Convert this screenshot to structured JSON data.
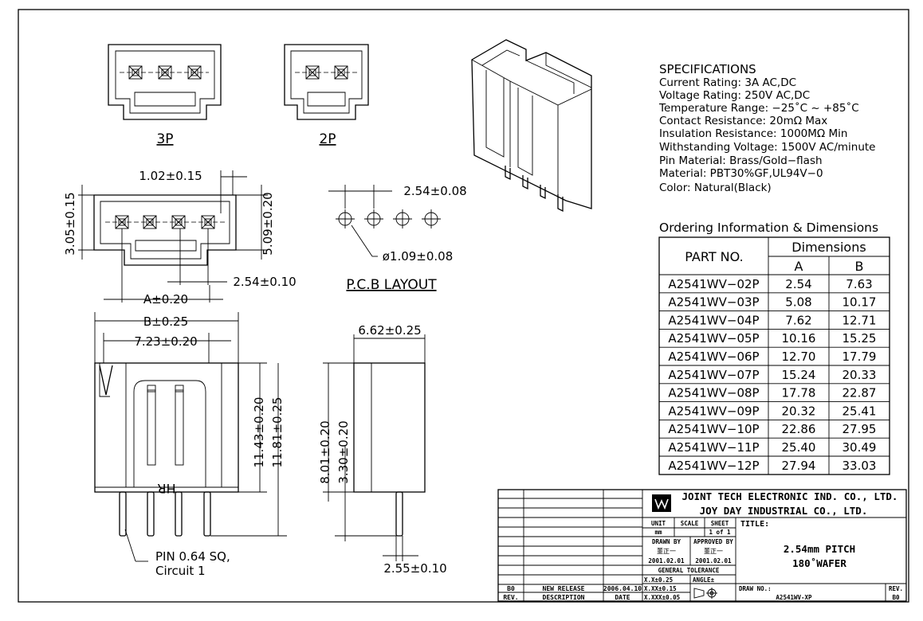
{
  "views": {
    "label_3p": "3P",
    "label_2p": "2P",
    "pcb_layout": "P.C.B LAYOUT"
  },
  "dimensions": {
    "pin_offset": "1.02±0.15",
    "height_305": "3.05±0.15",
    "height_509": "5.09±0.20",
    "pitch_bottom": "2.54±0.10",
    "a_dim": "A±0.20",
    "pcb_pitch": "2.54±0.08",
    "hole_dia": "ø1.09±0.08",
    "b_dim": "B±0.25",
    "inner_723": "7.23±0.20",
    "depth_662": "6.62±0.25",
    "h_1143": "11.43±0.20",
    "h_1181": "11.81±0.25",
    "h_801": "8.01±0.20",
    "h_330": "3.30±0.20",
    "pin_len": "2.55±0.10",
    "pin_note_1": "PIN 0.64 SQ,",
    "pin_note_2": "Circuit 1",
    "hr_mark": "HR"
  },
  "specs": {
    "heading": "SPECIFICATIONS",
    "lines": [
      "Current Rating: 3A AC,DC",
      "Voltage Rating: 250V AC,DC",
      "Temperature Range: −25˚C ~ +85˚C",
      "Contact Resistance: 20mΩ Max",
      "Insulation Resistance: 1000MΩ Min",
      "Withstanding Voltage: 1500V AC/minute",
      "Pin Material: Brass/Gold−flash",
      "Material: PBT30%GF,UL94V−0",
      "Color: Natural(Black)"
    ]
  },
  "ordering": {
    "heading": "Ordering Information & Dimensions",
    "col_part": "PART NO.",
    "col_dims": "Dimensions",
    "col_a": "A",
    "col_b": "B",
    "rows": [
      [
        "A2541WV−02P",
        "2.54",
        "7.63"
      ],
      [
        "A2541WV−03P",
        "5.08",
        "10.17"
      ],
      [
        "A2541WV−04P",
        "7.62",
        "12.71"
      ],
      [
        "A2541WV−05P",
        "10.16",
        "15.25"
      ],
      [
        "A2541WV−06P",
        "12.70",
        "17.79"
      ],
      [
        "A2541WV−07P",
        "15.24",
        "20.33"
      ],
      [
        "A2541WV−08P",
        "17.78",
        "22.87"
      ],
      [
        "A2541WV−09P",
        "20.32",
        "25.41"
      ],
      [
        "A2541WV−10P",
        "22.86",
        "27.95"
      ],
      [
        "A2541WV−11P",
        "25.40",
        "30.49"
      ],
      [
        "A2541WV−12P",
        "27.94",
        "33.03"
      ]
    ]
  },
  "title_block": {
    "company_1": "JOINT TECH ELECTRONIC IND. CO., LTD.",
    "company_2": "JOY DAY INDUSTRIAL CO., LTD.",
    "unit_label": "UNIT",
    "unit_value": "mm",
    "scale_label": "SCALE",
    "sheet_label": "SHEET",
    "sheet_value": "1 of 1",
    "drawn_label": "DRAWN BY",
    "approved_label": "APPROVED BY",
    "drawn_name": "董正一",
    "approved_name": "董正一",
    "drawn_date": "2001.02.01",
    "approved_date": "2001.02.01",
    "gen_tol": "GENERAL TOLERANCE",
    "tol_1": "X.X±0.25",
    "tol_2": "X.XX±0.15",
    "tol_3": "X.XXX±0.05",
    "angle": "ANGLE±",
    "title_label": "TITLE:",
    "title_1": "2.54mm PITCH",
    "title_2": "180˚WAFER",
    "drawno_label": "DRAW NO.:",
    "drawno_value": "A2541WV-XP",
    "rev_label": "REV.",
    "rev_value": "B0",
    "rev_code": "B0",
    "rev_desc": "NEW RELEASE",
    "rev_date": "2006.04.10",
    "hdr_rev": "REV.",
    "hdr_desc": "DESCRIPTION",
    "hdr_date": "DATE"
  }
}
